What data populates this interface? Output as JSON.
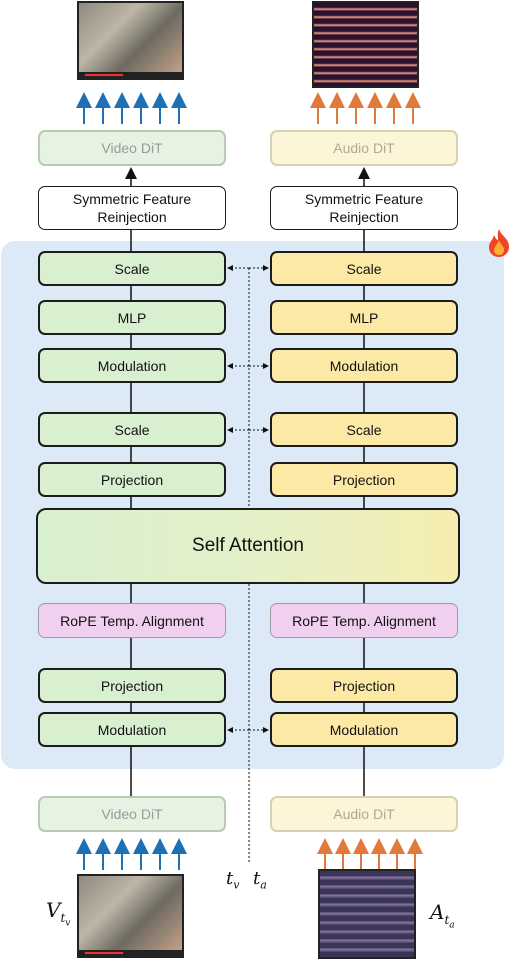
{
  "video_column": {
    "dit_top": "Video DiT",
    "reinjection": "Symmetric Feature Reinjection",
    "scale_1": "Scale",
    "mlp": "MLP",
    "modulation_1": "Modulation",
    "scale_2": "Scale",
    "projection_1": "Projection",
    "rope": "RoPE Temp. Alignment",
    "projection_2": "Projection",
    "modulation_2": "Modulation",
    "dit_bottom": "Video DiT",
    "input_label": "V_{t_v}"
  },
  "audio_column": {
    "dit_top": "Audio DiT",
    "reinjection": "Symmetric Feature Reinjection",
    "scale_1": "Scale",
    "mlp": "MLP",
    "modulation_1": "Modulation",
    "scale_2": "Scale",
    "projection_1": "Projection",
    "rope": "RoPE Temp. Alignment",
    "projection_2": "Projection",
    "modulation_2": "Modulation",
    "dit_bottom": "Audio DiT",
    "input_label": "A_{t_a}"
  },
  "shared": {
    "self_attention": "Self Attention",
    "tv_label": "t_v",
    "ta_label": "t_a",
    "trainable_icon": "fire-icon"
  },
  "colors": {
    "video_block": "#d8efd0",
    "audio_block": "#fde9a6",
    "rope_block": "#f0d0ee",
    "trainable_panel": "#dbeaf6",
    "video_arrow": "#1f6fb5",
    "audio_arrow": "#e07a3a"
  }
}
